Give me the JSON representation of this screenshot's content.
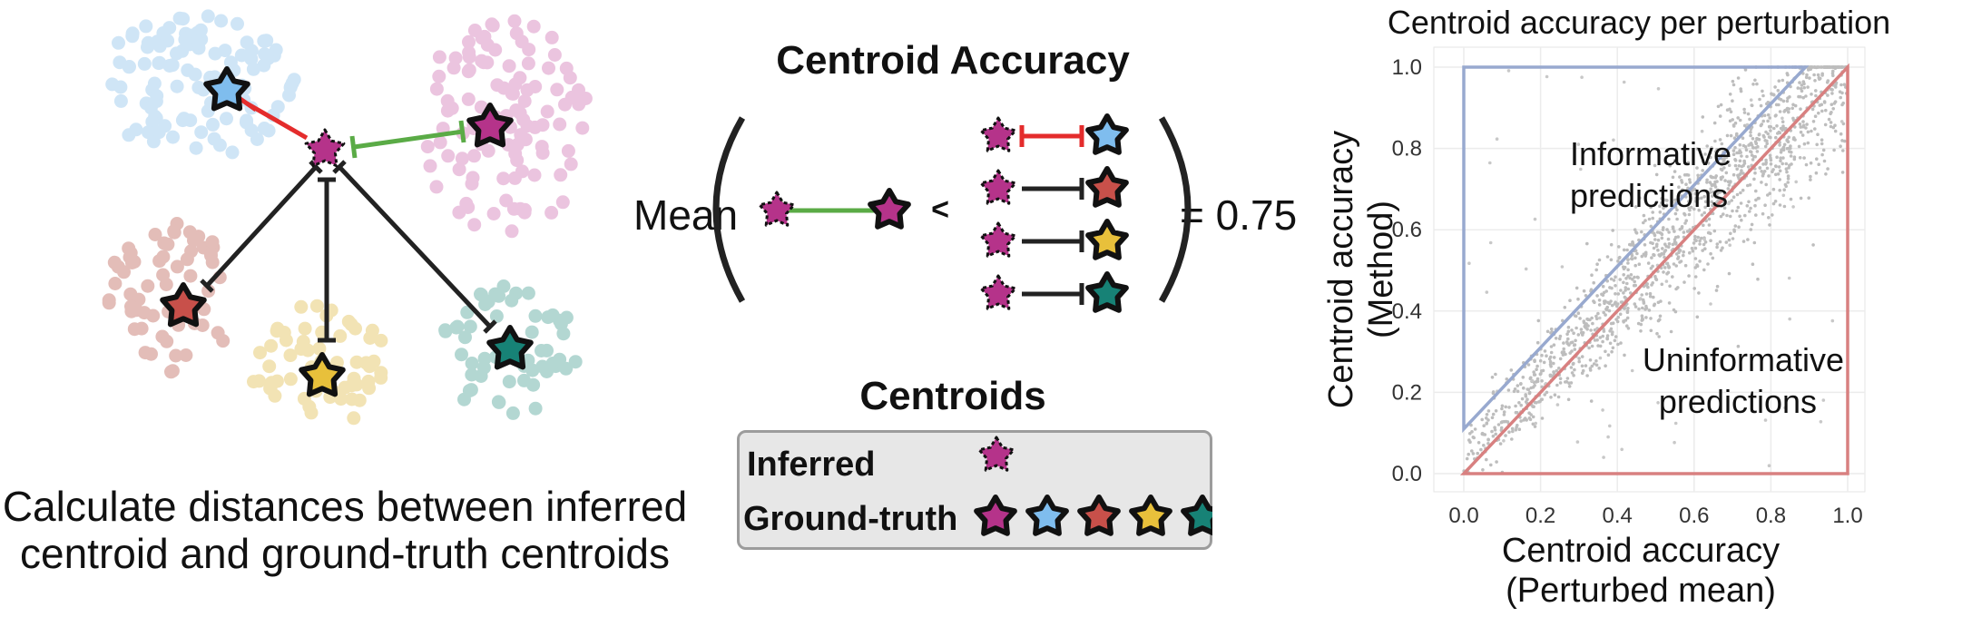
{
  "left_panel": {
    "caption_line1": "Calculate distances between inferred",
    "caption_line2": "centroid and ground-truth centroids"
  },
  "middle_panel": {
    "title": "Centroid Accuracy",
    "mean_label": "Mean",
    "less_than": "<",
    "result": "= 0.75",
    "legend_title": "Centroids",
    "legend_inferred": "Inferred",
    "legend_ground_truth": "Ground-truth"
  },
  "colors": {
    "magenta": "#b5338a",
    "blue": "#7fbdee",
    "red": "#c8504a",
    "yellow": "#e8c03b",
    "teal": "#178276",
    "green_line": "#5aab46",
    "red_line": "#e42c2c",
    "informative": "#98a9cf",
    "uninformative": "#d88080"
  },
  "chart_data": {
    "type": "scatter",
    "title": "Centroid accuracy per perturbation",
    "xlabel_line1": "Centroid accuracy",
    "xlabel_line2": "(Perturbed mean)",
    "ylabel_line1": "Centroid accuracy",
    "ylabel_line2": "(Method)",
    "xlim": [
      0,
      1
    ],
    "ylim": [
      0,
      1
    ],
    "xticks": [
      "0.0",
      "0.2",
      "0.4",
      "0.6",
      "0.8",
      "1.0"
    ],
    "yticks": [
      "0.0",
      "0.2",
      "0.4",
      "0.6",
      "0.8",
      "1.0"
    ],
    "grid": true,
    "regions": [
      {
        "name": "Informative predictions",
        "line1": "Informative",
        "line2": "predictions",
        "polygon": [
          [
            0,
            0.11
          ],
          [
            0,
            1.0
          ],
          [
            0.89,
            1.0
          ]
        ]
      },
      {
        "name": "Uninformative predictions",
        "line1": "Uninformative",
        "line2": "predictions",
        "polygon": [
          [
            0,
            0
          ],
          [
            1.0,
            1.0
          ],
          [
            1.0,
            0
          ]
        ]
      }
    ]
  }
}
